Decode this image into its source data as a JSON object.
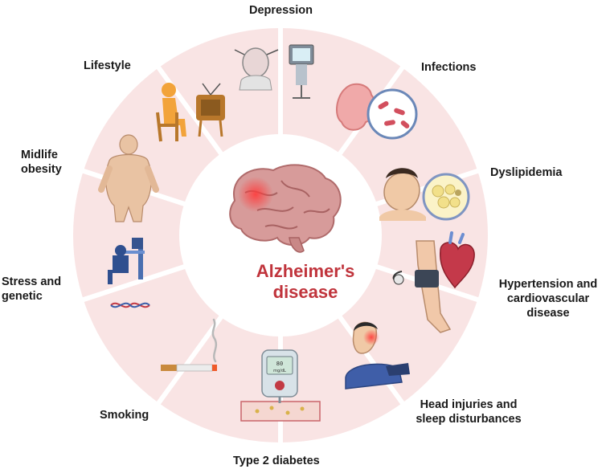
{
  "center": {
    "title_line1": "Alzheimer's",
    "title_line2": "disease"
  },
  "factors": {
    "depression": "Depression",
    "infections": "Infections",
    "dyslipidemia": "Dyslipidemia",
    "hypertension_line1": "Hypertension and",
    "hypertension_line2": "cardiovascular",
    "hypertension_line3": "disease",
    "head_line1": "Head injuries and",
    "head_line2": "sleep disturbances",
    "diabetes": "Type 2 diabetes",
    "smoking": "Smoking",
    "stress_line1": "Stress and",
    "stress_line2": "genetic",
    "obesity_line1": "Midlife",
    "obesity_line2": "obesity",
    "lifestyle": "Lifestyle"
  },
  "icons": {
    "depression": "eeg-monitor-icon",
    "infections": "intestine-bacteria-icon",
    "dyslipidemia": "man-fat-cells-icon",
    "hypertension": "blood-pressure-heart-icon",
    "head": "sleeping-head-injury-icon",
    "diabetes": "glucose-meter-icon",
    "smoking": "cigarette-icon",
    "stress": "stressed-person-dna-icon",
    "obesity": "obese-body-icon",
    "lifestyle": "sedentary-tv-icon"
  },
  "glucose_meter": {
    "value": "80",
    "unit": "mg/dL"
  },
  "colors": {
    "segment_fill": "#f9e4e4",
    "segment_border": "#ffffff",
    "accent": "#c0343c"
  }
}
